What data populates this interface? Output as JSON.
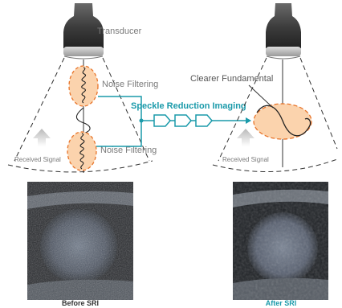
{
  "labels": {
    "transducer": "Transducer",
    "noise_filtering_top": "Noise Filtering",
    "noise_filtering_bottom": "Noise Filtering",
    "received_signal_left": "Received Signal",
    "received_signal_right": "Received Signal",
    "speckle_reduction": "Speckle Reduction Imaging",
    "clearer_fundamental": "Clearer Fundamental",
    "before_caption": "Before SRI",
    "after_caption": "After SRI"
  },
  "colors": {
    "accent": "#1a9aaa",
    "ellipse_fill": "#fbd3ad",
    "ellipse_stroke": "#e8742a",
    "text_gray": "#7a7a7a",
    "dark": "#333333"
  },
  "icons": {
    "transducer": "transducer-probe-icon",
    "signal_arrow": "up-arrow-icon",
    "filter_block": "pentagon-arrow-block"
  }
}
